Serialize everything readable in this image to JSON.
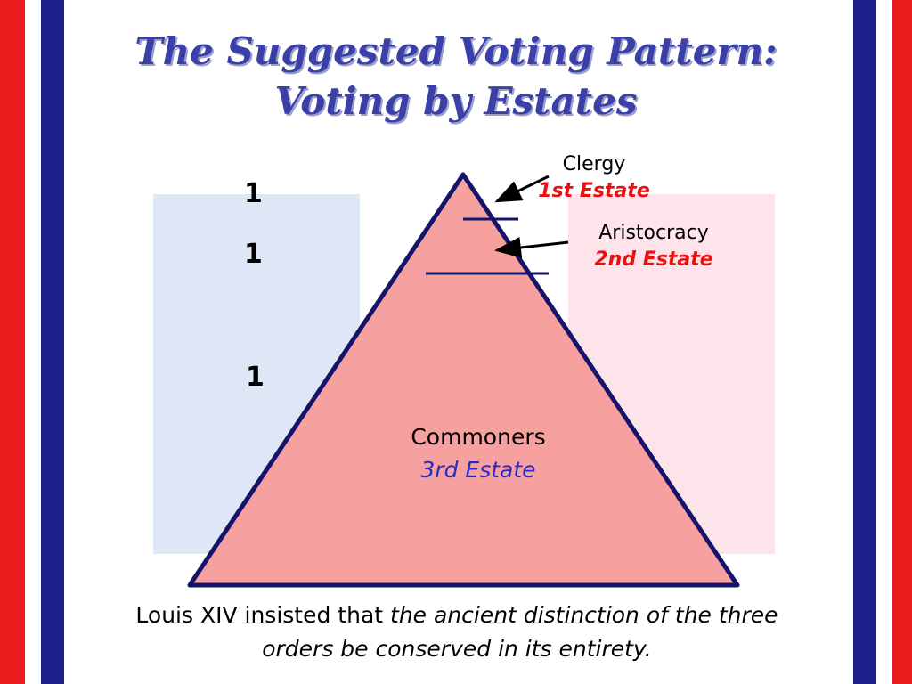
{
  "title": {
    "line1": "The Suggested Voting Pattern:",
    "line2": "Voting by Estates"
  },
  "votes": [
    "1",
    "1",
    "1"
  ],
  "estates": {
    "first": {
      "group": "Clergy",
      "estate": "1st Estate"
    },
    "second": {
      "group": "Aristocracy",
      "estate": "2nd Estate"
    },
    "third": {
      "group": "Commoners",
      "estate": "3rd Estate"
    }
  },
  "caption": {
    "plain": "Louis XIV insisted that ",
    "italic": "the ancient distinction of the three orders be conserved in its entirety."
  },
  "colors": {
    "flag_red": "#e81c1c",
    "flag_blue": "#1a1f8a",
    "pyramid_fill": "#f6a0a0",
    "pyramid_stroke": "#14146a",
    "left_panel": "#dfe7f7",
    "right_panel": "#fde4ea",
    "title": "#3b3fa8",
    "estate_red": "#e81010",
    "estate_blue": "#2a2ac0"
  }
}
